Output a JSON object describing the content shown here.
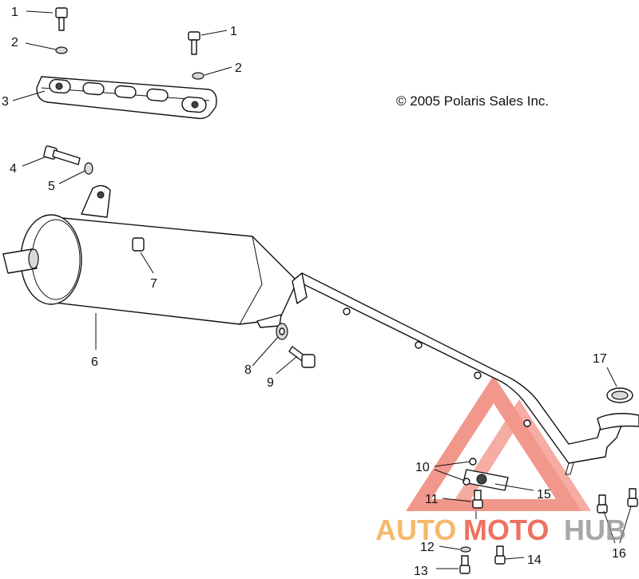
{
  "copyright": "© 2005 Polaris Sales Inc.",
  "callouts": {
    "c1a": "1",
    "c1b": "1",
    "c2a": "2",
    "c2b": "2",
    "c3": "3",
    "c4": "4",
    "c5": "5",
    "c6": "6",
    "c7": "7",
    "c8": "8",
    "c9": "9",
    "c10": "10",
    "c11": "11",
    "c12": "12",
    "c13": "13",
    "c14": "14",
    "c15": "15",
    "c16": "16",
    "c17": "17"
  },
  "watermark": {
    "auto": "AUTO",
    "moto": "MOTO",
    "hub": "HUB",
    "colors": {
      "red": "#e8432d",
      "orange": "#f2a13a",
      "gray": "#8c8c8c"
    }
  }
}
